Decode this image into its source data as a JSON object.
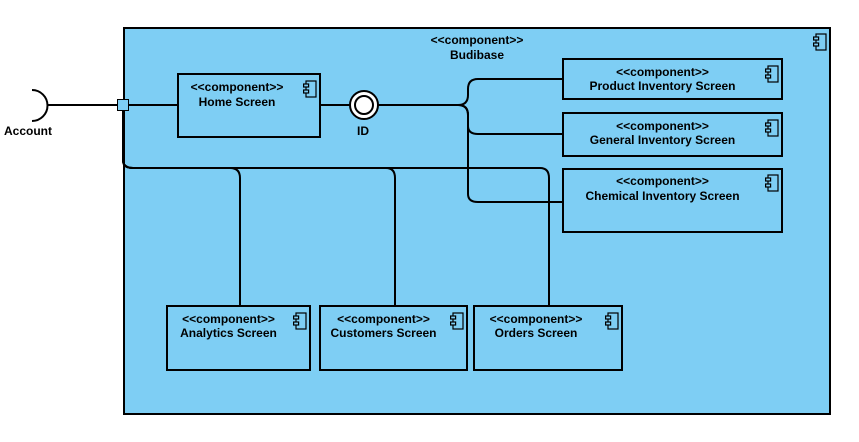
{
  "diagram": {
    "stereotype": "<<component>>",
    "container": {
      "name": "Budibase",
      "icon": "component-icon"
    },
    "components": {
      "home": {
        "name": "Home Screen",
        "icon": "component-icon"
      },
      "product_inventory": {
        "name": "Product Inventory Screen",
        "icon": "component-icon"
      },
      "general_inventory": {
        "name": "General Inventory Screen",
        "icon": "component-icon"
      },
      "chemical_inventory": {
        "name": "Chemical Inventory Screen",
        "icon": "component-icon"
      },
      "analytics": {
        "name": "Analytics Screen",
        "icon": "component-icon"
      },
      "customers": {
        "name": "Customers Screen",
        "icon": "component-icon"
      },
      "orders": {
        "name": "Orders Screen",
        "icon": "component-icon"
      }
    },
    "interfaces": {
      "required": {
        "name": "Account"
      },
      "provided": {
        "name": "ID"
      }
    },
    "colors": {
      "fill": "#7ecef4",
      "stroke": "#000000",
      "background": "#ffffff"
    }
  }
}
